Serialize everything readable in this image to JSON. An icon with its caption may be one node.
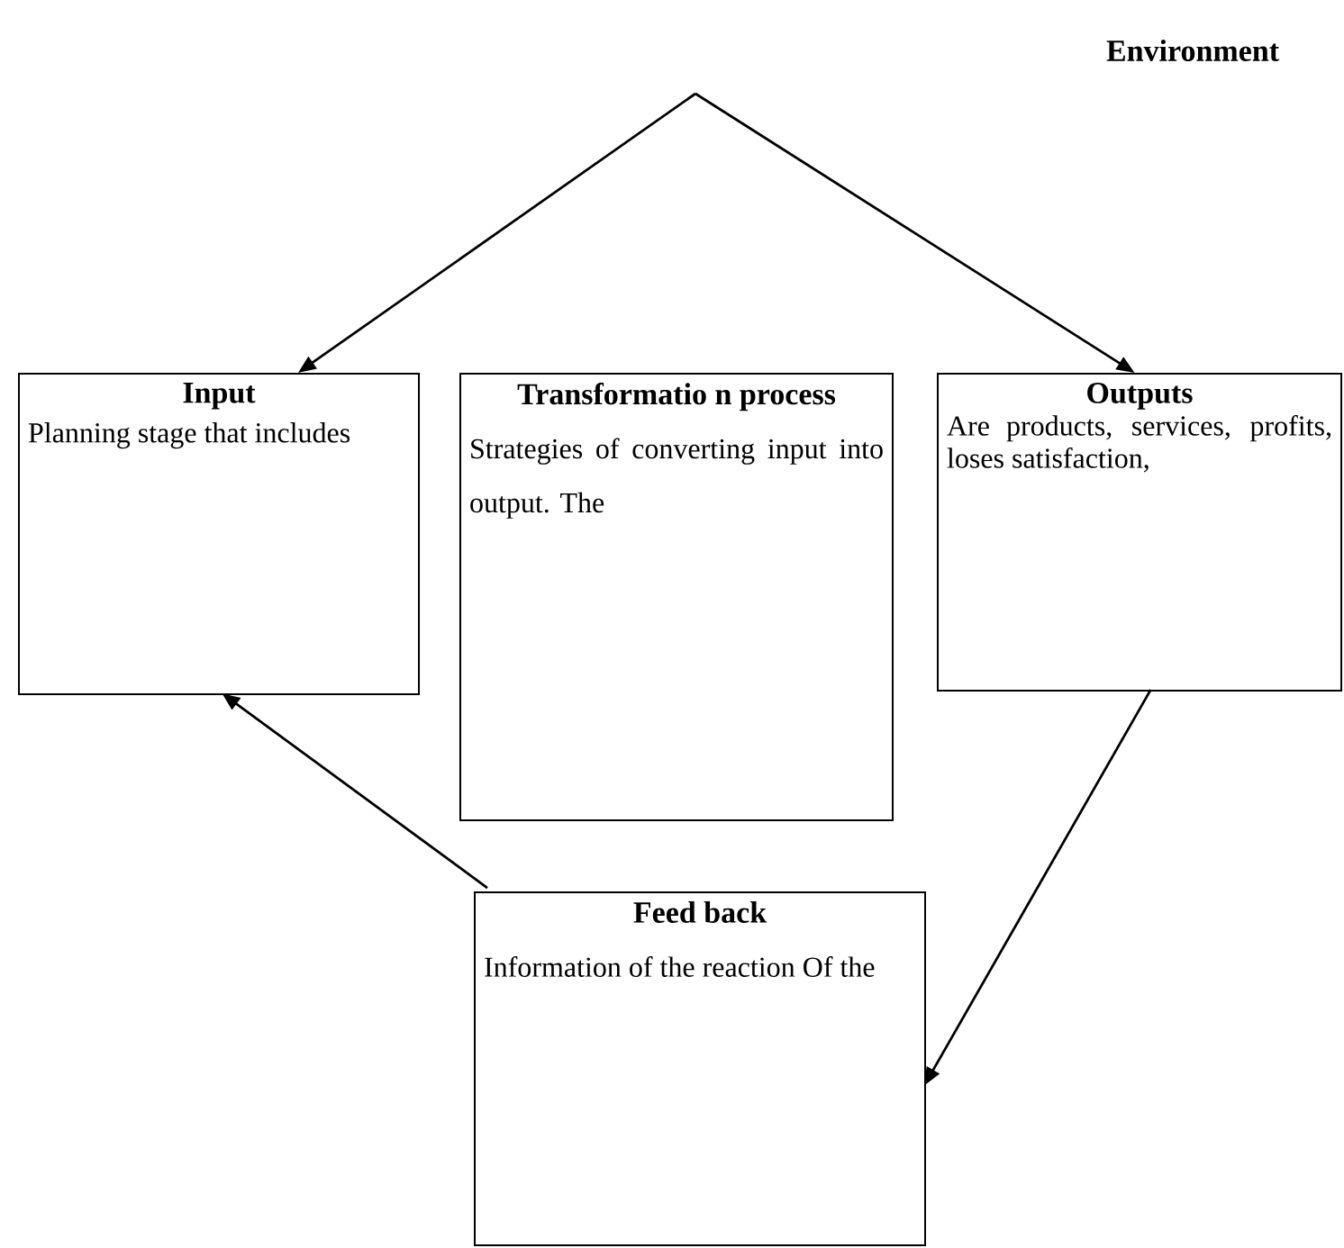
{
  "diagram": {
    "nodes": [
      {
        "text": [
          "Input",
          "Planning stage that includes"
        ]
      },
      {
        "text": [
          "Transformatio n process",
          "Strategies of converting input into output. The"
        ]
      },
      {
        "text": [
          "Outputs",
          "Are products, services, profits, loses satisfaction,"
        ]
      },
      {
        "text": [
          "Feed back",
          "Information of the reaction Of the"
        ]
      }
    ],
    "edges": [
      {
        "from": null,
        "to": 0,
        "arrow": "to"
      },
      {
        "from": null,
        "to": 2,
        "arrow": "to"
      },
      {
        "from": 2,
        "to": 3,
        "arrow": "to"
      },
      {
        "from": 3,
        "to": 0,
        "arrow": "to"
      }
    ],
    "labels": [
      "Environment"
    ]
  }
}
